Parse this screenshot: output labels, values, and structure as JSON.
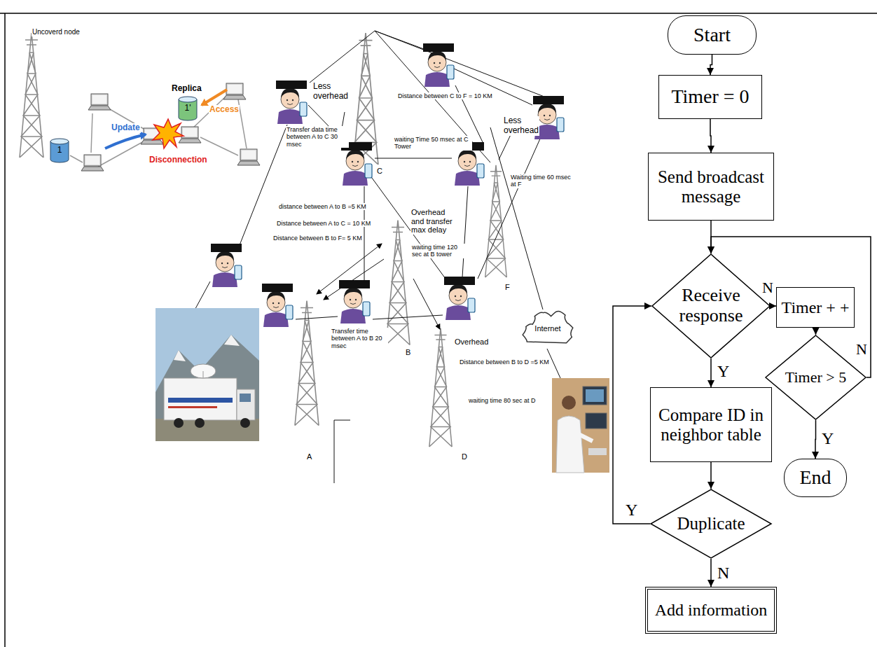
{
  "diagram": {
    "nodes": [
      {
        "text": [
          "1'"
        ]
      },
      {
        "text": [
          "1"
        ]
      },
      {
        "text": [
          "Internet"
        ]
      },
      {
        "text": [
          "Start"
        ]
      },
      {
        "text": [
          "Timer = 0"
        ]
      },
      {
        "text": [
          "Send broadcast message"
        ]
      },
      {
        "text": [
          "Receive response"
        ]
      },
      {
        "text": [
          "Timer + +"
        ]
      },
      {
        "text": [
          "Timer > 5"
        ]
      },
      {
        "text": [
          "Compare ID in neighbor table"
        ]
      },
      {
        "text": [
          "End"
        ]
      },
      {
        "text": [
          "Duplicate"
        ]
      },
      {
        "text": [
          "Add information"
        ]
      }
    ],
    "edges": [
      {
        "from": 3,
        "to": 4,
        "arrow": "to"
      },
      {
        "from": 4,
        "to": 5,
        "arrow": "to"
      },
      {
        "from": 5,
        "to": 6,
        "arrow": "to"
      },
      {
        "from": 6,
        "to": 7,
        "label": "N",
        "arrow": "to"
      },
      {
        "from": 6,
        "to": 9,
        "label": "Y",
        "arrow": "to"
      },
      {
        "from": 7,
        "to": 8,
        "arrow": "to"
      },
      {
        "from": 8,
        "to": 10,
        "label": "Y",
        "arrow": "to"
      },
      {
        "from": 8,
        "to": 6,
        "label": "N",
        "arrow": "to"
      },
      {
        "from": 9,
        "to": 11,
        "arrow": "to"
      },
      {
        "from": 11,
        "to": 12,
        "label": "N",
        "arrow": "to"
      },
      {
        "from": 11,
        "to": 6,
        "label": "Y",
        "arrow": "to"
      }
    ],
    "labels": [
      "Uncoverd node",
      "Update",
      "Access",
      "Replica",
      "Disconnection",
      "Less overhead",
      "Distance between C to F = 10 KM",
      "Transfer data time between A to C 30 msec",
      "waiting Time 50 msec at C Tower",
      "C",
      "Less overhead",
      "Waiting time 60 msec at F",
      "distance between A to B =5 KM",
      "Distance between A to C = 10 KM",
      "Distance between B to F= 5 KM",
      "Overhead and transfer max delay",
      "waiting time 120 sec at B tower",
      "F",
      "Transfer time between A to B 20 msec",
      "B",
      "Overhead",
      "Distance between B to D =5 KM",
      "waiting time 80 sec at D",
      "A",
      "D"
    ]
  }
}
